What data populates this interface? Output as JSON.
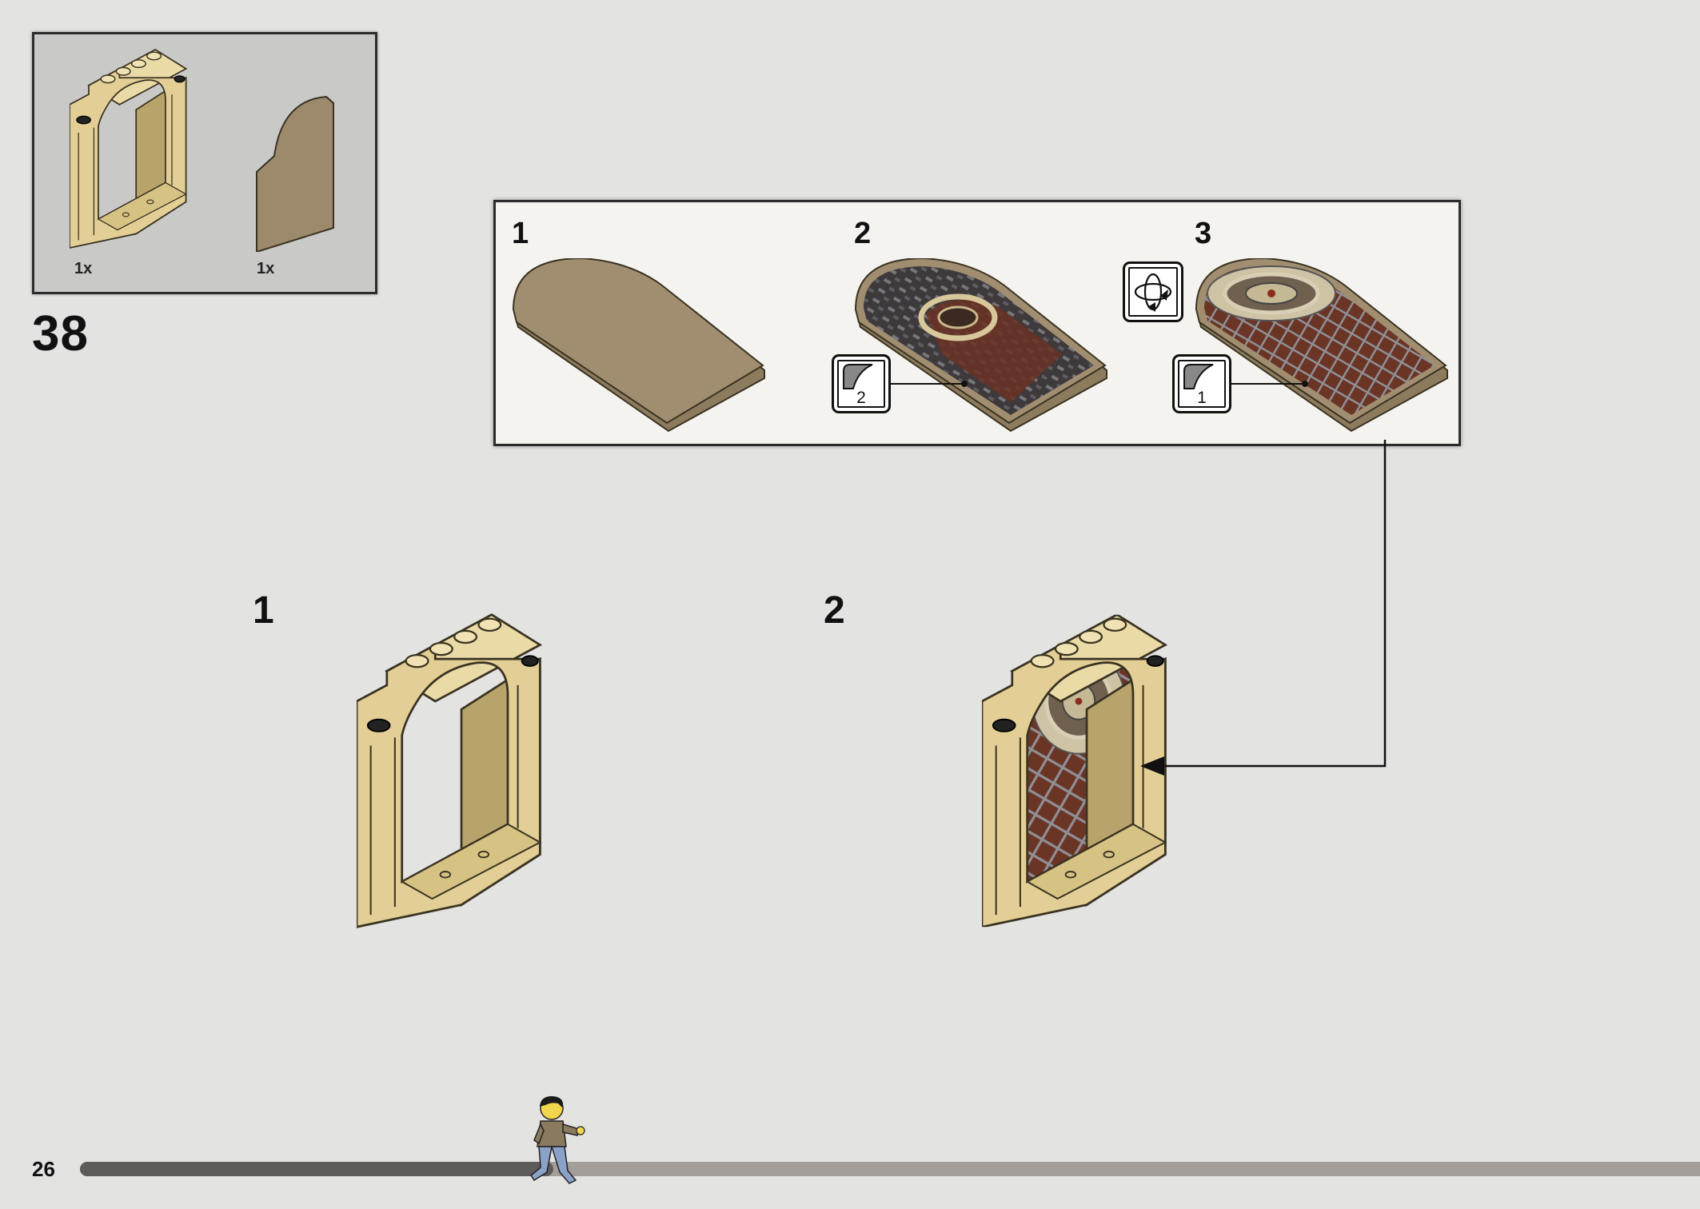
{
  "parts_list": {
    "items": [
      {
        "qty": "1x",
        "name": "arch-frame",
        "color": "#e3cf95"
      },
      {
        "qty": "1x",
        "name": "arched-door-panel",
        "color": "#9d8a6c"
      }
    ]
  },
  "step": {
    "number": "38"
  },
  "callout": {
    "substeps": [
      {
        "number": "1"
      },
      {
        "number": "2",
        "sticker": "2"
      },
      {
        "number": "3",
        "sticker": "1"
      }
    ],
    "rotate_icon": "rotate-model-icon"
  },
  "substeps": [
    {
      "number": "1"
    },
    {
      "number": "2"
    }
  ],
  "footer": {
    "page_number": "26",
    "progress": 0.29
  },
  "colors": {
    "tan": "#e3cf95",
    "dark_tan": "#9d8a6c",
    "background": "#e3e3e2"
  }
}
